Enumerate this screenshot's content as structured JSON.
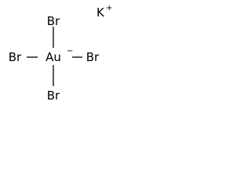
{
  "structure": {
    "cation": {
      "symbol": "K",
      "charge": "+"
    },
    "center": {
      "symbol": "Au",
      "charge": "−"
    },
    "ligands": {
      "top": "Br",
      "left": "Br",
      "right": "Br",
      "bottom": "Br"
    }
  },
  "colors": {
    "background": "#ffffff",
    "ink": "#000000"
  }
}
